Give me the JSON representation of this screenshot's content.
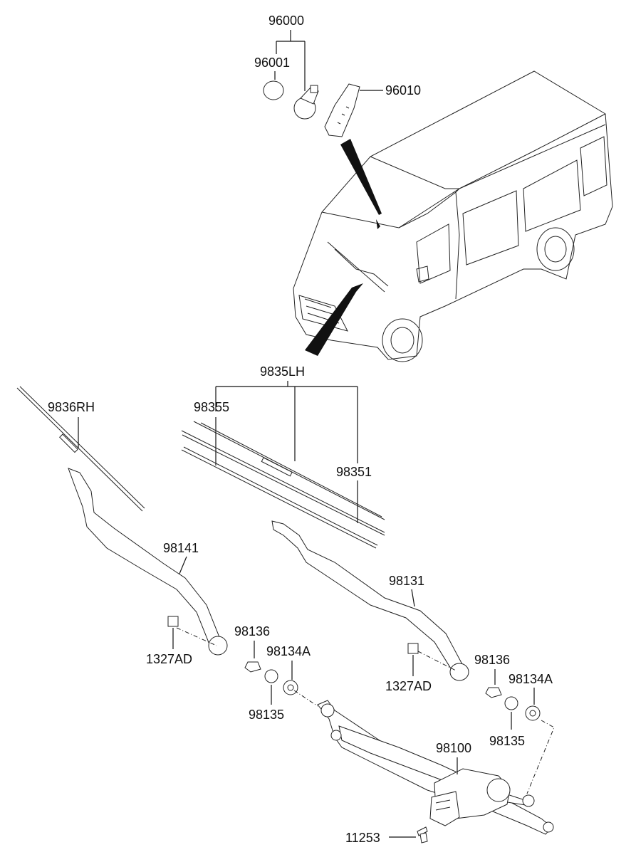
{
  "labels": {
    "p96000": "96000",
    "p96001": "96001",
    "p96010": "96010",
    "p9835LH": "9835LH",
    "p9836RH": "9836RH",
    "p98355": "98355",
    "p98351": "98351",
    "p98141": "98141",
    "p98131": "98131",
    "p98136_left": "98136",
    "p98136_right": "98136",
    "p98134A_left": "98134A",
    "p98134A_right": "98134A",
    "p1327AD_left": "1327AD",
    "p1327AD_right": "1327AD",
    "p98135_left": "98135",
    "p98135_right": "98135",
    "p98100": "98100",
    "p11253": "11253"
  }
}
